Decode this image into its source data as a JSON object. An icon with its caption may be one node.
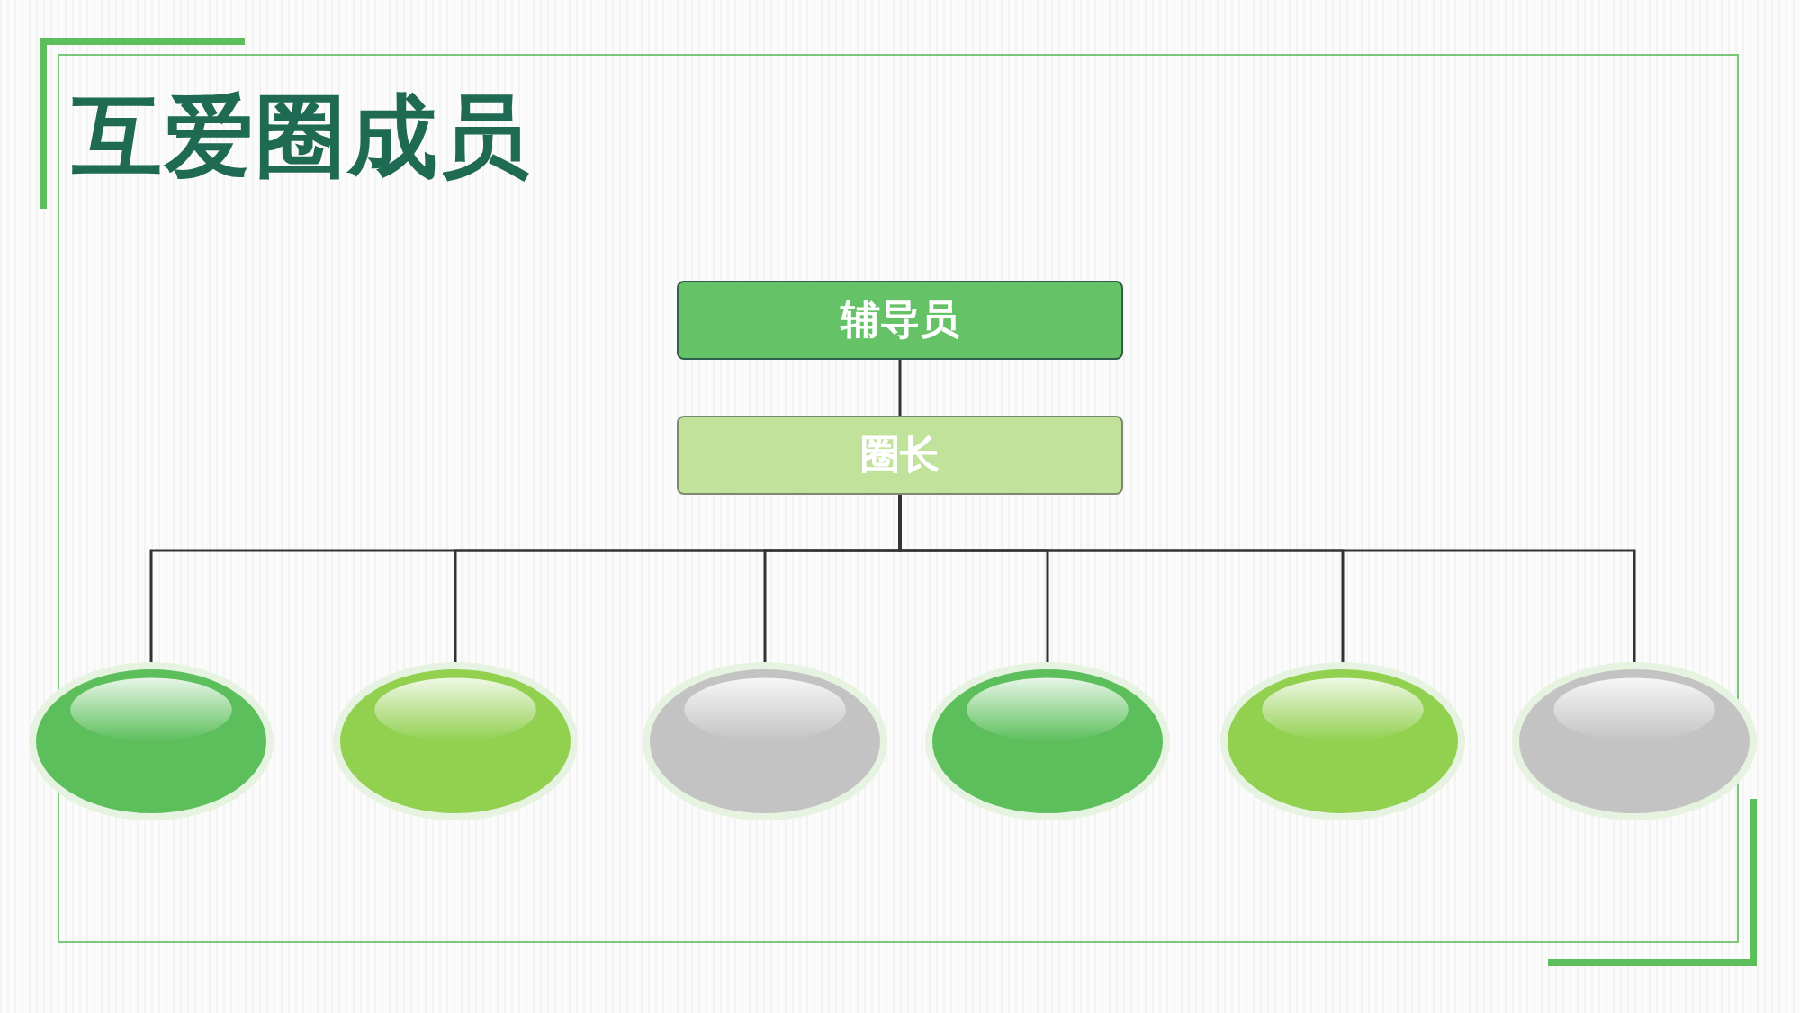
{
  "diagram": {
    "title": "互爱圈成员",
    "nodes": [
      {
        "text": [
          "辅导员"
        ]
      },
      {
        "text": [
          "圈长"
        ]
      },
      {
        "text": [],
        "shape": "circle"
      },
      {
        "text": [],
        "shape": "circle"
      },
      {
        "text": [],
        "shape": "circle"
      },
      {
        "text": [],
        "shape": "circle"
      },
      {
        "text": [],
        "shape": "circle"
      },
      {
        "text": [],
        "shape": "circle"
      }
    ],
    "edges": [
      {
        "from": 0,
        "to": 1,
        "arrow": "none"
      },
      {
        "from": 1,
        "to": 2,
        "arrow": "none"
      },
      {
        "from": 1,
        "to": 3,
        "arrow": "none"
      },
      {
        "from": 1,
        "to": 4,
        "arrow": "none"
      },
      {
        "from": 1,
        "to": 5,
        "arrow": "none"
      },
      {
        "from": 1,
        "to": 6,
        "arrow": "none"
      },
      {
        "from": 1,
        "to": 7,
        "arrow": "none"
      }
    ]
  }
}
